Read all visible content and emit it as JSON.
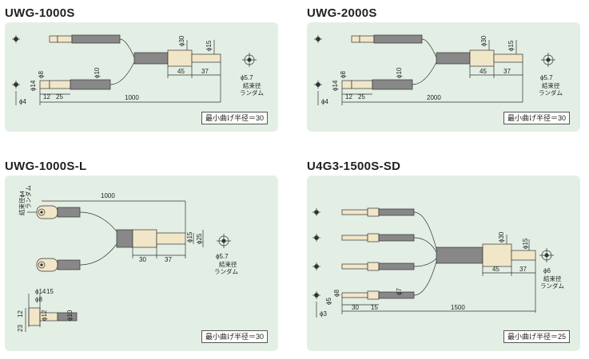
{
  "models": [
    {
      "name": "UWG-1000S",
      "dims": {
        "a": "ϕ30",
        "b": "ϕ15",
        "c": "45",
        "d": "37",
        "e": "ϕ10",
        "f": "ϕ8",
        "g": "ϕ14",
        "h": "12",
        "i": "25",
        "j": "1000",
        "k": "ϕ4",
        "bundle": "ϕ5.7"
      },
      "bundle_label": [
        "結束径",
        "ランダム"
      ],
      "bend_radius": "最小曲げ半径＝30"
    },
    {
      "name": "UWG-2000S",
      "dims": {
        "a": "ϕ30",
        "b": "ϕ15",
        "c": "45",
        "d": "37",
        "e": "ϕ10",
        "f": "ϕ8",
        "g": "ϕ14",
        "h": "12",
        "i": "25",
        "j": "2000",
        "k": "ϕ4",
        "bundle": "ϕ5.7"
      },
      "bundle_label": [
        "結束径",
        "ランダム"
      ],
      "bend_radius": "最小曲げ半径＝30"
    },
    {
      "name": "UWG-1000S-L",
      "dims": {
        "len": "1000",
        "bundle_tip": "結束径ϕ4",
        "random": "ランダム",
        "p15": "ϕ15",
        "p25": "ϕ25",
        "c30": "30",
        "c37": "37",
        "bundle": "ϕ5.7",
        "s14": "ϕ14",
        "s15": "15",
        "s8": "ϕ8",
        "s12": "ϕ12",
        "s10": "ϕ10",
        "s23": "23",
        "s12b": "12"
      },
      "bundle_label": [
        "結束径",
        "ランダム"
      ],
      "bend_radius": "最小曲げ半径＝30"
    },
    {
      "name": "U4G3-1500S-SD",
      "dims": {
        "a": "ϕ30",
        "b": "ϕ15",
        "c": "45",
        "d": "37",
        "e": "ϕ7",
        "f": "ϕ8",
        "g": "ϕ5",
        "h": "30",
        "i": "15",
        "j": "1500",
        "k": "ϕ3",
        "bundle": "ϕ6"
      },
      "bundle_label": [
        "結束径",
        "ランダム"
      ],
      "bend_radius": "最小曲げ半径＝25"
    }
  ]
}
